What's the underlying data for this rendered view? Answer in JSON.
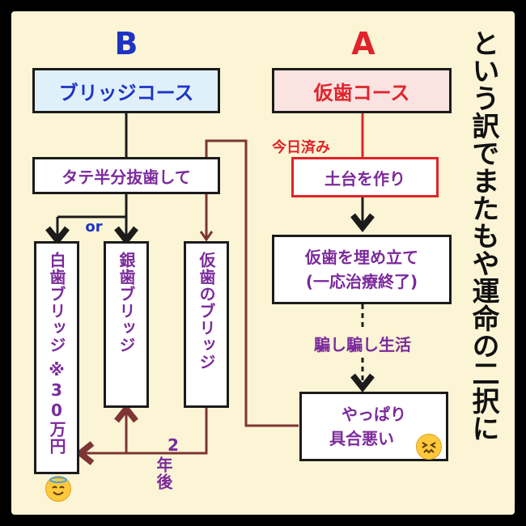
{
  "column_b": {
    "letter": "B",
    "course": "ブリッジコース"
  },
  "column_a": {
    "letter": "A",
    "course": "仮歯コース"
  },
  "steps": {
    "extract": "タテ半分抜歯して",
    "or": "or",
    "today_done": "今日済み",
    "base": "土台を作り",
    "temp_line1": "仮歯を埋め立て",
    "temp_line2": "(一応治療終了)",
    "manage": "騙し騙し生活",
    "after_line1": "やっぱり",
    "after_line2": "具合悪い",
    "years": "2",
    "years_suffix": "年後"
  },
  "options": {
    "white": "白歯ブリッジ",
    "white_price": "※30万円",
    "silver": "銀歯ブリッジ",
    "temp_bridge": "仮歯のブリッジ"
  },
  "side_text": "という訳でまたもや運命の二択に",
  "colors": {
    "blue": "#1e33c4",
    "red": "#e0232a",
    "purple": "#7b2a9b",
    "brown": "#7d3535",
    "panel": "#fbf5d5"
  },
  "icons": {
    "halo_face": "smiling-face-with-halo-icon",
    "confounded_face": "confounded-face-icon"
  }
}
